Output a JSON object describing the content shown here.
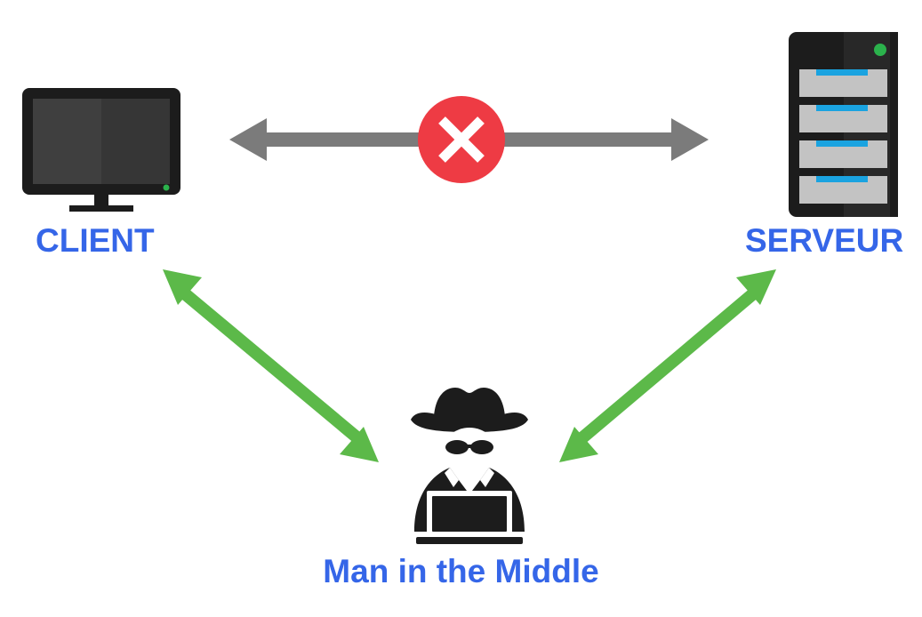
{
  "nodes": {
    "client": {
      "label": "CLIENT",
      "icon": "monitor-icon"
    },
    "server": {
      "label": "SERVEUR",
      "icon": "server-rack-icon"
    },
    "attacker": {
      "label": "Man in the Middle",
      "icon": "hacker-spy-icon"
    }
  },
  "links": [
    {
      "from": "client",
      "to": "server",
      "status": "blocked",
      "icon": "blocked-x-icon"
    },
    {
      "from": "client",
      "to": "attacker",
      "status": "active"
    },
    {
      "from": "attacker",
      "to": "server",
      "status": "active"
    }
  ],
  "colors": {
    "label": "#3566e8",
    "blocked_link": "#7b7b7b",
    "active_link": "#5cb949",
    "blocked_badge": "#ee3b44",
    "dark_icon": "#1c1c1c",
    "server_drive": "#c3c3c3",
    "server_led": "#1aa3e0",
    "power_led": "#2bb24c"
  }
}
